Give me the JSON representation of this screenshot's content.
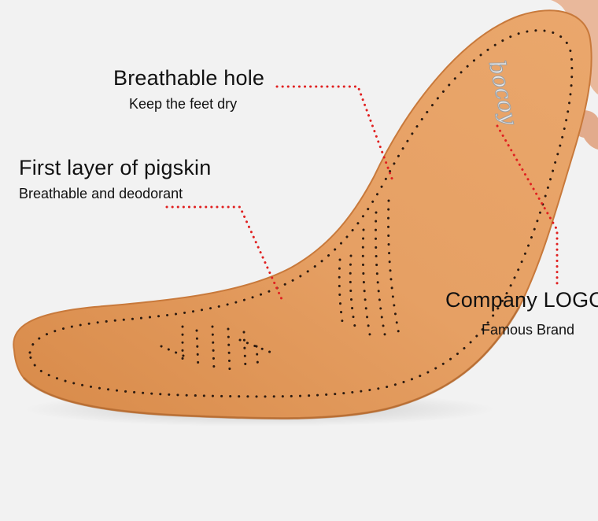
{
  "annotations": {
    "breathable_hole": {
      "title": "Breathable hole",
      "subtitle": "Keep the feet dry"
    },
    "pigskin": {
      "title": "First layer of pigskin",
      "subtitle": "Breathable and deodorant"
    },
    "logo": {
      "title": "Company LOGO",
      "subtitle": "Famous Brand"
    }
  },
  "brand_mark": "bocoy",
  "colors": {
    "background": "#f2f2f2",
    "insole_leather": "#e39a5a",
    "insole_edge": "#c97a3c",
    "leader_line": "#e02020",
    "text": "#111111"
  }
}
